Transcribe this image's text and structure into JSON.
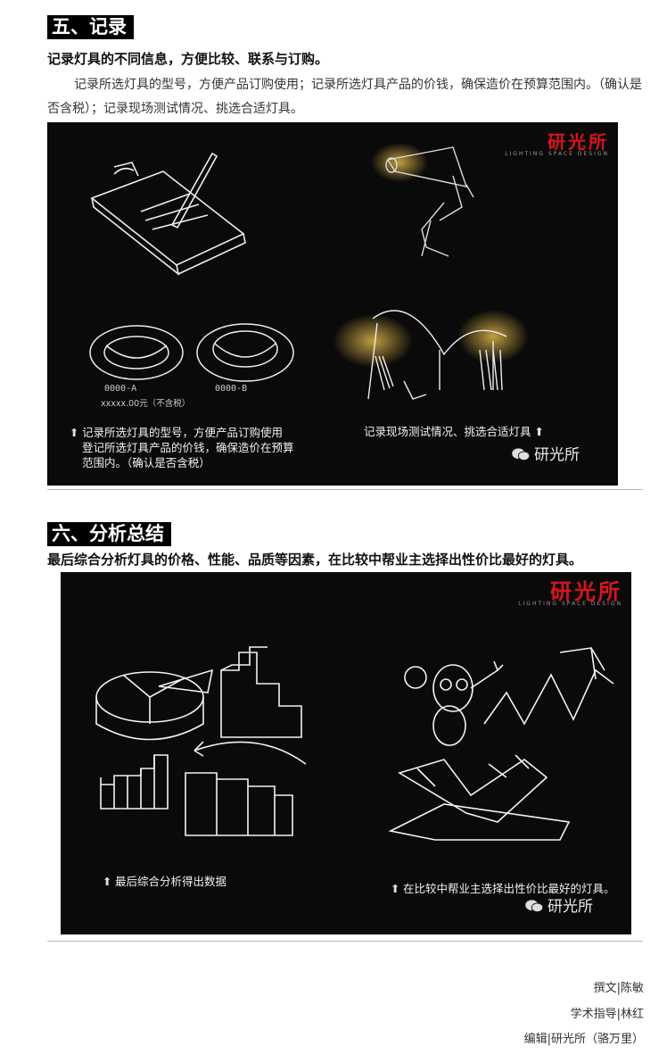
{
  "section5": {
    "heading": "五、记录",
    "subtitle": "记录灯具的不同信息，方便比较、联系与订购。",
    "paragraph": "记录所选灯具的型号，方便产品订购使用；记录所选灯具产品的价钱，确保造价在预算范围内。（确认是否含税）；记录现场测试情况、挑选合适灯具。",
    "panel": {
      "logo": "研光所",
      "logo_sub": "LIGHTING SPACE DESIGN",
      "sketch_label_a": "0000-A",
      "sketch_label_b": "0000-B",
      "sketch_price": "xxxxx.00元（不含税）",
      "caption_left_1": "记录所选灯具的型号，方便产品订购使用",
      "caption_left_2": "登记所选灯具产品的价钱，确保造价在预算",
      "caption_left_3": "范围内。（确认是否含税）",
      "caption_right": "记录现场测试情况、挑选合适灯具",
      "watermark": "研光所"
    }
  },
  "section6": {
    "heading": "六、分析总结",
    "subtitle": "最后综合分析灯具的价格、性能、品质等因素，在比较中帮业主选择出性价比最好的灯具。",
    "panel": {
      "logo": "研光所",
      "logo_sub": "LIGHTING SPACE DESIGN",
      "caption_left": "最后综合分析得出数据",
      "caption_right": "在比较中帮业主选择出性价比最好的灯具。",
      "watermark": "研光所"
    }
  },
  "credits": {
    "author": "撰文|陈敏",
    "advisor": "学术指导|林红",
    "editor": "编辑|研光所（骆万里）"
  },
  "colors": {
    "logo_red": "#d8141b",
    "panel_bg": "#0a0a0a",
    "glow": "#c9a23a"
  }
}
